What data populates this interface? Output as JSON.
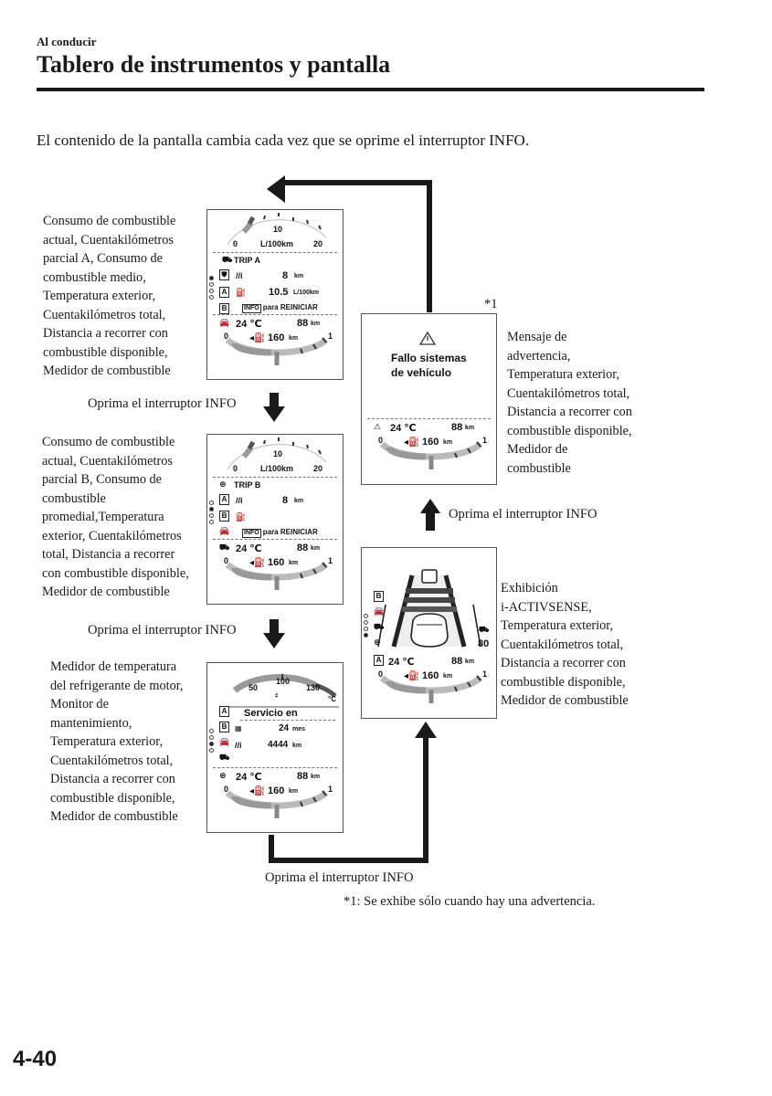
{
  "header": {
    "section": "Al conducir",
    "title": "Tablero de instrumentos y pantalla"
  },
  "intro": "El contenido de la pantalla cambia cada vez que se oprime el interruptor INFO.",
  "press_label": "Oprima el interruptor INFO",
  "footnote_marker": "*1",
  "footnote": "*1: Se exhibe sólo cuando hay una advertencia.",
  "page_number": "4-40",
  "descriptions": {
    "trip_a": [
      "Consumo de combustible",
      "actual, Cuentakilómetros",
      "parcial A, Consumo de",
      "combustible medio,",
      "Temperatura exterior,",
      "Cuentakilómetros total,",
      "Distancia a recorrer con",
      "combustible disponible,",
      "Medidor de combustible"
    ],
    "trip_b": [
      "Consumo de combustible",
      "actual, Cuentakilómetros",
      "parcial B, Consumo de",
      "combustible",
      "promedial,Temperatura",
      "exterior, Cuentakilómetros",
      "total, Distancia a recorrer",
      "con combustible disponible,",
      "Medidor de combustible"
    ],
    "coolant": [
      "Medidor de temperatura",
      "del refrigerante de motor,",
      "Monitor de",
      "mantenimiento,",
      "Temperatura exterior,",
      "Cuentakilómetros total,",
      "Distancia a recorrer con",
      "combustible disponible,",
      "Medidor de combustible"
    ],
    "warning": [
      "Mensaje de",
      "advertencia,",
      "Temperatura exterior,",
      "Cuentakilómetros total,",
      "Distancia a recorrer con",
      "combustible disponible,",
      "Medidor de",
      "combustible"
    ],
    "activsense": [
      "Exhibición",
      "i-ACTIVSENSE,",
      "Temperatura exterior,",
      "Cuentakilómetros total,",
      "Distancia a recorrer con",
      "combustible disponible,",
      "Medidor de combustible"
    ]
  },
  "screens": {
    "common": {
      "temp": "24 ℃",
      "odo": "88",
      "odo_unit": "km",
      "range": "160",
      "range_unit": "km",
      "fuel_empty": "0",
      "fuel_full": "1"
    },
    "fuel_gauge": {
      "min": "0",
      "mid": "10",
      "max": "20",
      "unit": "L/100km"
    },
    "trip_a": {
      "name": "TRIP A",
      "trip_value": "8",
      "trip_unit": "km",
      "avg_value": "10.5",
      "avg_unit": "L/100km",
      "info_tag": "INFO",
      "reset": "para REINICIAR"
    },
    "trip_b": {
      "name": "TRIP B",
      "trip_value": "8",
      "trip_unit": "km",
      "info_tag": "INFO",
      "reset": "para REINICIAR"
    },
    "coolant": {
      "t_low": "50",
      "t_mid": "100",
      "t_high": "130",
      "t_unit": "°C",
      "service": "Servicio en",
      "months": "24",
      "months_unit": "mes",
      "distance": "4444",
      "distance_unit": "km"
    },
    "warning": {
      "message_line1": "Fallo sistemas",
      "message_line2": "de vehículo"
    },
    "activsense": {
      "speed": "80"
    }
  },
  "icon_letters": {
    "a": "A",
    "b": "B"
  }
}
